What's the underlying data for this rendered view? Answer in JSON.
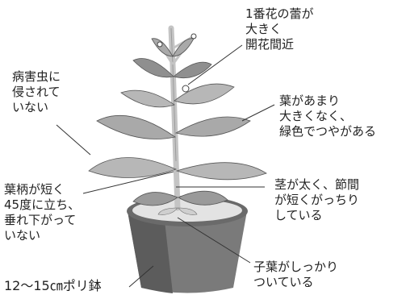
{
  "labels": {
    "first_bud": [
      "1番花の蕾が",
      "大きく",
      "開花間近"
    ],
    "pest_free": [
      "病害虫に",
      "侵されて",
      "いない"
    ],
    "leaves": [
      "葉があまり",
      "大きくなく、",
      "緑色でつやがある"
    ],
    "stem": [
      "茎が太く、節間",
      "が短くがっちり",
      "している"
    ],
    "petiole": [
      "葉柄が短く",
      "45度に立ち、",
      "垂れ下がって",
      "いない"
    ],
    "cotyledon": [
      "子葉がしっかり",
      "ついている"
    ],
    "pot": "12〜15㎝ポリ鉢"
  },
  "colors": {
    "leaf": "#b7b7b7",
    "leaf_dark": "#8f8f8f",
    "stem": "#c4c4c4",
    "pot": "#7a7a7a",
    "pot_dark": "#5c5c5c",
    "soil": "#e3e3e3",
    "line": "#333333"
  }
}
